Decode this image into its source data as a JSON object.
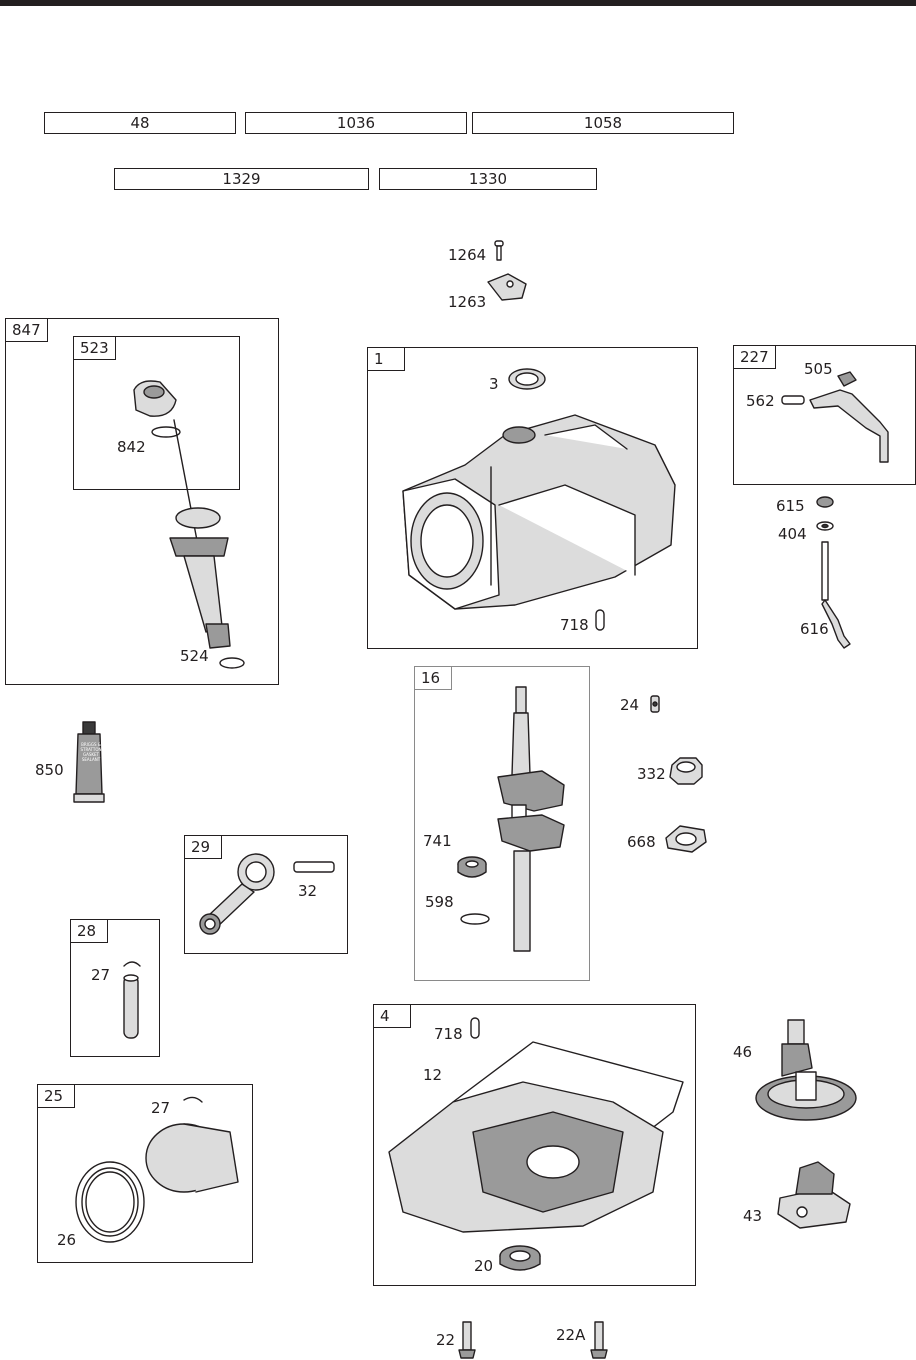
{
  "kits": [
    "48",
    "1036",
    "1058",
    "1329",
    "1330"
  ],
  "groups": {
    "g847": "847",
    "g523": "523",
    "g1": "1",
    "g227": "227",
    "g16": "16",
    "g29": "29",
    "g28": "28",
    "g25": "25",
    "g4": "4"
  },
  "parts": {
    "p1264": "1264",
    "p1263": "1263",
    "p842": "842",
    "p524": "524",
    "p3": "3",
    "p718a": "718",
    "p505": "505",
    "p562": "562",
    "p615": "615",
    "p404": "404",
    "p616": "616",
    "p850": "850",
    "p24": "24",
    "p332": "332",
    "p741": "741",
    "p668": "668",
    "p598": "598",
    "p32": "32",
    "p27a": "27",
    "p27b": "27",
    "p26": "26",
    "p718b": "718",
    "p12": "12",
    "p20": "20",
    "p46": "46",
    "p43": "43",
    "p22": "22",
    "p22a": "22A"
  },
  "tube_text": "BRIGGS & STRATTON GASKET SEALANT",
  "colors": {
    "ink": "#231f20",
    "frame_light": "#8a8a8a"
  }
}
